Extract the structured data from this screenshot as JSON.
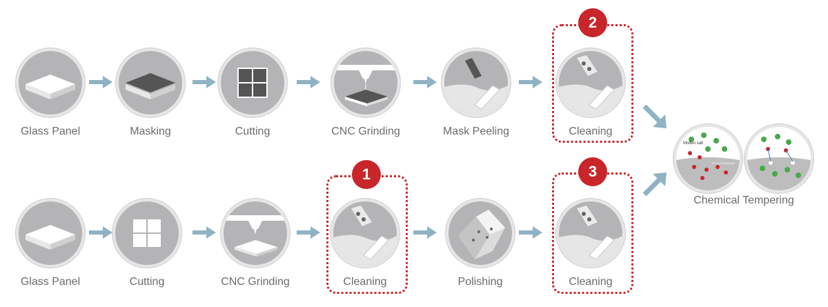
{
  "row1": {
    "steps": [
      {
        "label": "Glass Panel",
        "icon": "glass-panel-icon"
      },
      {
        "label": "Masking",
        "icon": "masking-icon"
      },
      {
        "label": "Cutting",
        "icon": "cutting-grid-icon"
      },
      {
        "label": "CNC Grinding",
        "icon": "cnc-grinding-icon"
      },
      {
        "label": "Mask Peeling",
        "icon": "mask-peeling-icon"
      },
      {
        "label": "Cleaning",
        "icon": "cleaning-icon"
      }
    ]
  },
  "row2": {
    "steps": [
      {
        "label": "Glass Panel",
        "icon": "glass-panel-icon"
      },
      {
        "label": "Cutting",
        "icon": "cutting-grid-icon"
      },
      {
        "label": "CNC Grinding",
        "icon": "cnc-grinding-icon"
      },
      {
        "label": "Cleaning",
        "icon": "cleaning-icon"
      },
      {
        "label": "Polishing",
        "icon": "polishing-icon"
      },
      {
        "label": "Cleaning",
        "icon": "cleaning-icon"
      }
    ]
  },
  "badges": {
    "one": "1",
    "two": "2",
    "three": "3"
  },
  "final": {
    "label": "Chemical Tempering",
    "inset_text_1": "Molten salt",
    "inset_text_2": "GLASS SURFACE"
  },
  "colors": {
    "accent_red": "#c8262a",
    "arrow_blue": "#8fb3c4",
    "circle_gray": "#b4b4b6"
  }
}
